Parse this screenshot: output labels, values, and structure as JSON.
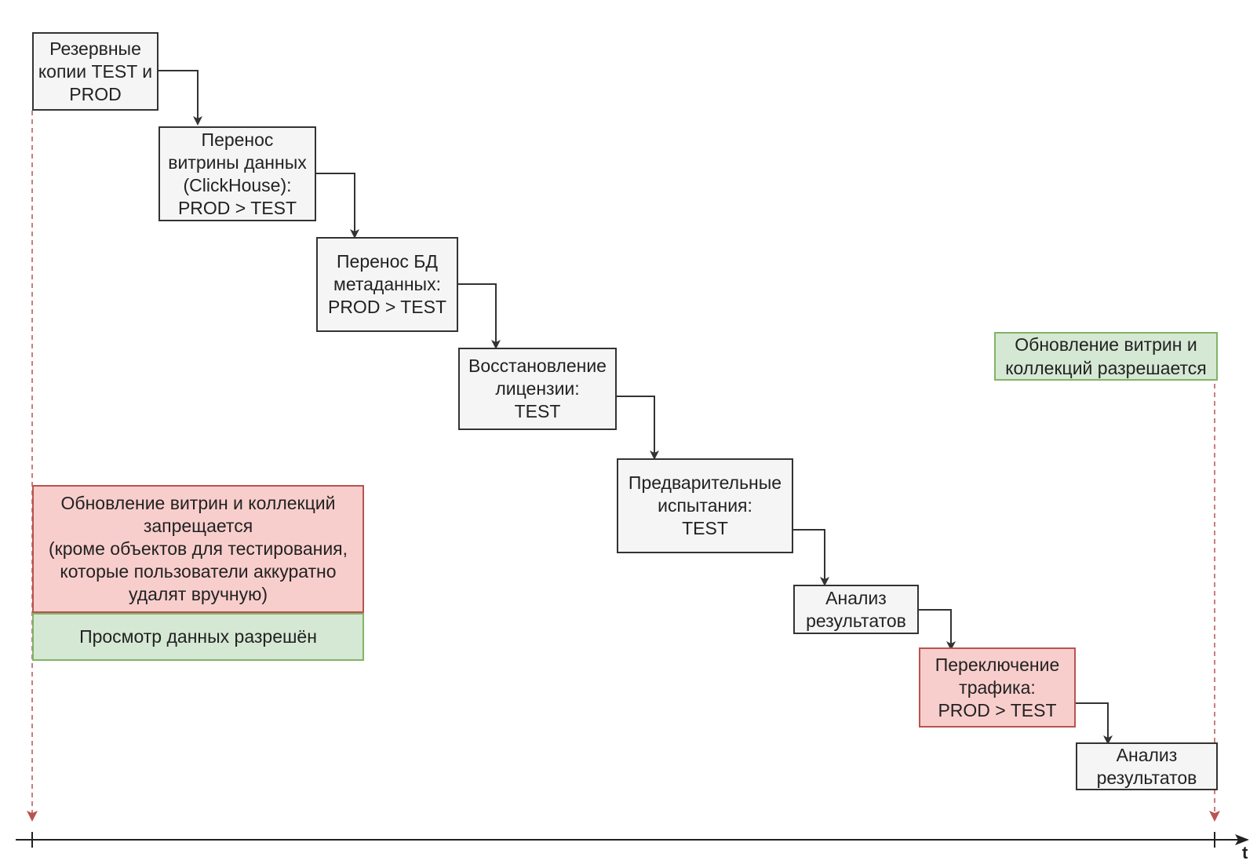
{
  "steps": [
    {
      "id": "backups",
      "text": "Резервные\nкопии TEST и\nPROD"
    },
    {
      "id": "migrate-clickhouse",
      "text": "Перенос\nвитрины данных\n(ClickHouse):\nPROD > TEST"
    },
    {
      "id": "migrate-metadata-db",
      "text": "Перенос БД\nметаданных:\nPROD > TEST"
    },
    {
      "id": "restore-license",
      "text": "Восстановление\nлицензии:\nTEST"
    },
    {
      "id": "preliminary-tests",
      "text": "Предварительные\nиспытания:\nTEST"
    },
    {
      "id": "analysis-1",
      "text": "Анализ\nрезультатов"
    },
    {
      "id": "traffic-switch",
      "text": "Переключение\nтрафика:\nPROD > TEST"
    },
    {
      "id": "analysis-2",
      "text": "Анализ\nрезультатов"
    }
  ],
  "notes": {
    "update_forbidden": "Обновление витрин и коллекций\nзапрещается\n(кроме объектов для тестирования,\nкоторые пользователи аккуратно\nудалят вручную)",
    "viewing_allowed": "Просмотр данных разрешён",
    "update_allowed": "Обновление витрин и\nколлекций разрешается"
  },
  "axis": {
    "label": "t"
  },
  "colors": {
    "step_fill": "#f5f5f5",
    "step_stroke": "#333333",
    "red_fill": "#f8cecc",
    "red_stroke": "#b85450",
    "green_fill": "#d5e8d4",
    "green_stroke": "#82b366",
    "marker_line": "#b85450"
  }
}
